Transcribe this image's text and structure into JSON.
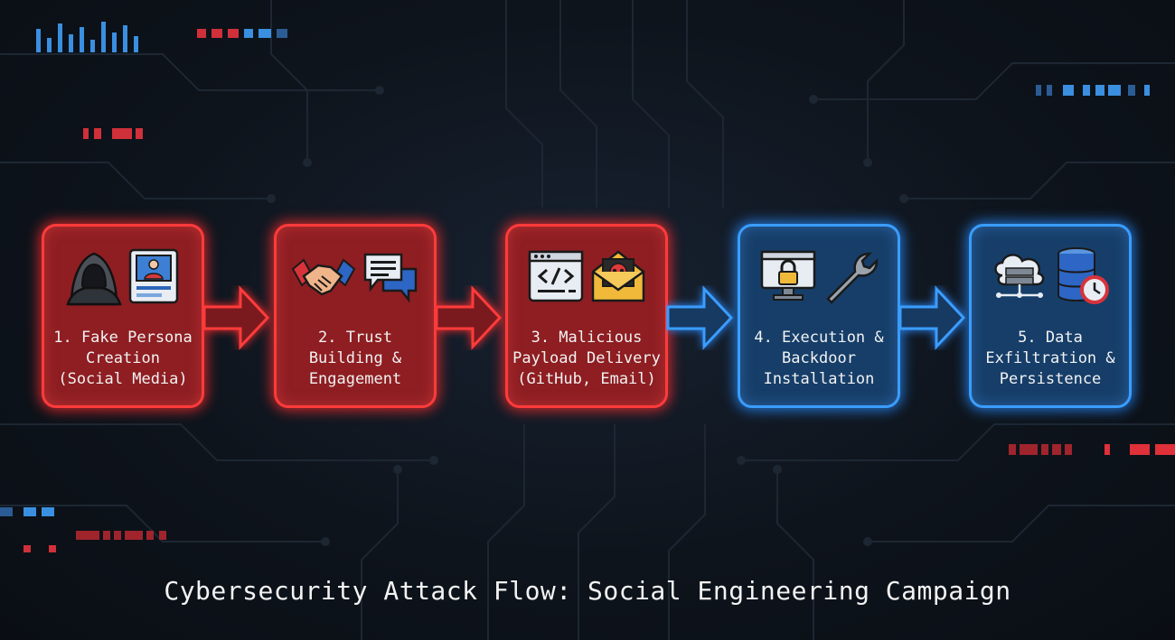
{
  "diagram": {
    "title": "Cybersecurity Attack Flow: Social Engineering Campaign",
    "stages": [
      {
        "label": "1. Fake Persona\nCreation\n(Social Media)",
        "theme": "red",
        "icons": [
          "hacker-hood-icon",
          "id-card-icon"
        ]
      },
      {
        "label": "2. Trust\nBuilding &\nEngagement",
        "theme": "red",
        "icons": [
          "handshake-icon",
          "chat-bubbles-icon"
        ]
      },
      {
        "label": "3. Malicious\nPayload Delivery\n(GitHub, Email)",
        "theme": "red",
        "icons": [
          "code-window-icon",
          "skull-envelope-icon"
        ]
      },
      {
        "label": "4. Execution &\nBackdoor\nInstallation",
        "theme": "blue",
        "icons": [
          "locked-monitor-icon",
          "wrench-icon"
        ]
      },
      {
        "label": "5. Data\nExfiltration &\nPersistence",
        "theme": "blue",
        "icons": [
          "cloud-server-icon",
          "database-clock-icon"
        ]
      }
    ],
    "colors": {
      "red": "#ff3b3b",
      "red_fill": "#8e1e22",
      "blue": "#3a9dff",
      "blue_fill": "#163e69",
      "background": "#0c1118"
    }
  }
}
